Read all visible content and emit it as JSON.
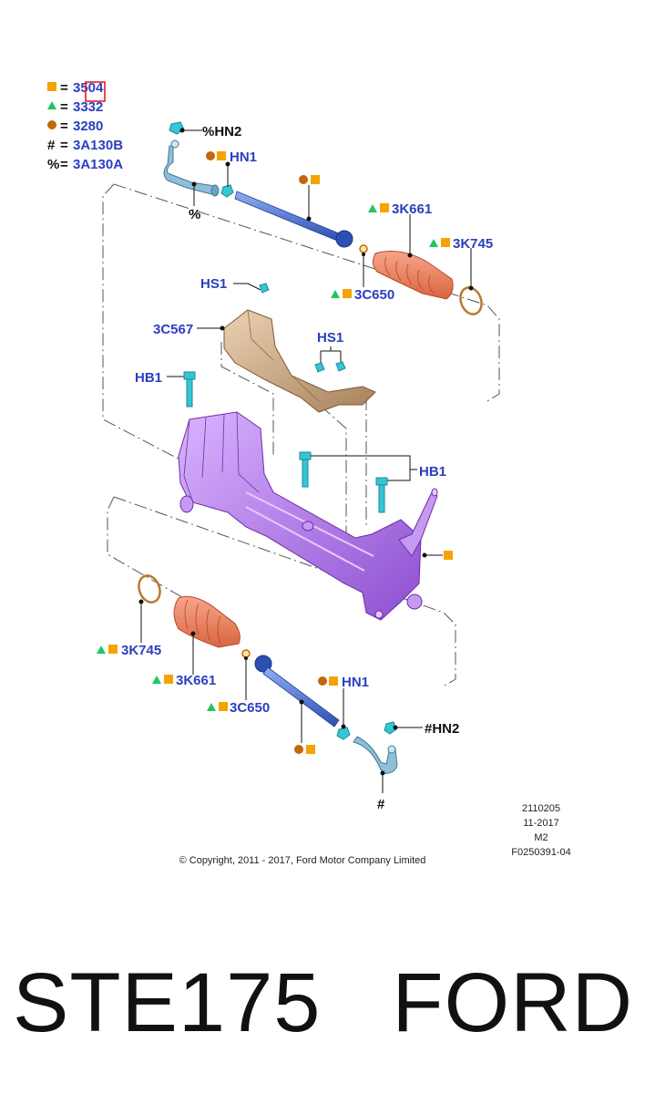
{
  "legend": [
    {
      "symbol": "square",
      "color": "#f5a300",
      "code": "3504"
    },
    {
      "symbol": "triangle",
      "color": "#22c55e",
      "code": "3332"
    },
    {
      "symbol": "circle",
      "color": "#c0680e",
      "code": "3280"
    },
    {
      "symbol": "#",
      "code": "3A130B"
    },
    {
      "symbol": "%",
      "code": "3A130A"
    }
  ],
  "part_labels": {
    "hn2_top": "%HN2",
    "hn1_top": "HN1",
    "percent_mark": "%",
    "k661_top": "3K661",
    "k745_top": "3K745",
    "c650_top": "3C650",
    "hs1_left": "HS1",
    "c567": "3C567",
    "hs1_mid": "HS1",
    "hb1_left": "HB1",
    "hb1_right": "HB1",
    "k745_bottom": "3K745",
    "k661_bottom": "3K661",
    "c650_bottom": "3C650",
    "hn1_bottom": "HN1",
    "hn2_bottom": "#HN2",
    "hash_mark": "#"
  },
  "footer": {
    "ref_1": "2110205",
    "ref_2": "11-2017",
    "ref_3": "M2",
    "ref_4": "F0250391-04",
    "copyright": "© Copyright, 2011 - 2017, Ford Motor Company Limited"
  },
  "caption": {
    "part_number": "STE175",
    "brand": "FORD"
  },
  "colors": {
    "label": "#2b3fbf",
    "square": "#f5a300",
    "triangle": "#22c55e",
    "circle": "#c0680e",
    "rack": "#b57be8",
    "boot": "#f08a6a",
    "tierod": "#3a62c9",
    "shield": "#c9a27a",
    "bolt": "#35c6d6",
    "tie_end": "#7fb3cf"
  }
}
